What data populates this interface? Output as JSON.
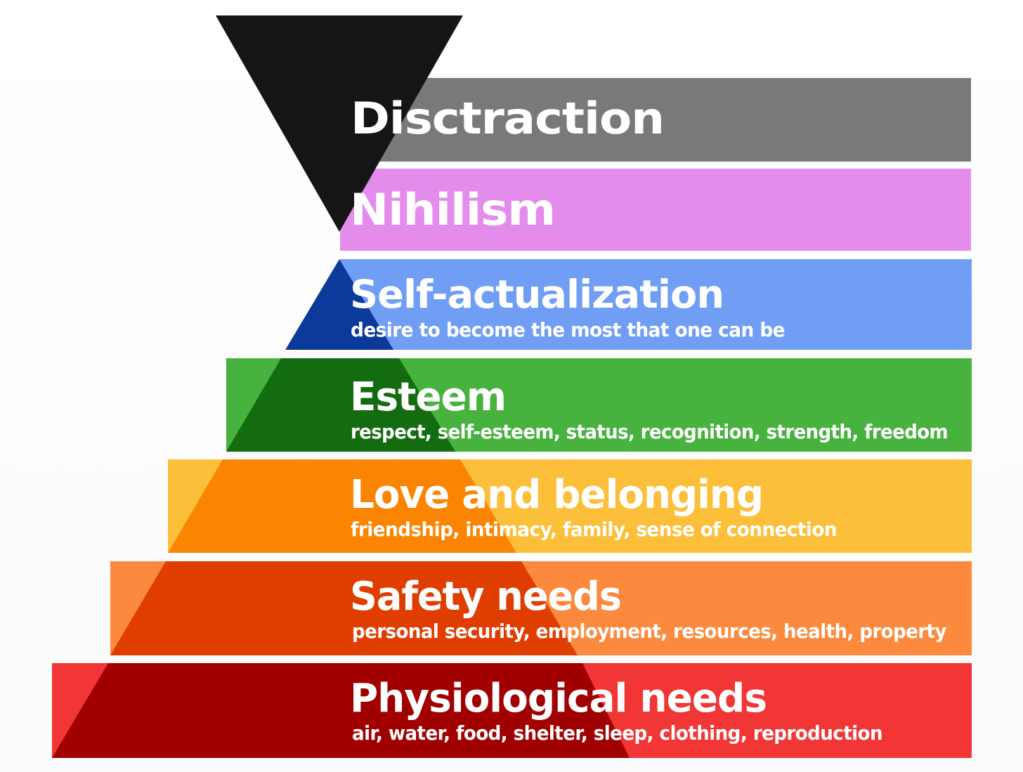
{
  "diagram": {
    "tiers": [
      {
        "title": "Disctraction",
        "subtitle": "",
        "color": "#797979",
        "left_color": ""
      },
      {
        "title": "Nihilism",
        "subtitle": "",
        "color": "#e38ceb",
        "left_color": ""
      },
      {
        "title": "Self-actualization",
        "subtitle": "desire to become the most that one can be",
        "color": "#709ef4",
        "left_color": "#0b3a9a"
      },
      {
        "title": "Esteem",
        "subtitle": "respect, self-esteem, status, recognition, strength, freedom",
        "color": "#47b23e",
        "left_color": "#136d10"
      },
      {
        "title": "Love and belonging",
        "subtitle": "friendship, intimacy, family, sense of connection",
        "color": "#fcbf3a",
        "left_color": "#fb8400"
      },
      {
        "title": "Safety needs",
        "subtitle": "personal security, employment, resources, health, property",
        "color": "#fc8a3e",
        "left_color": "#e03d00"
      },
      {
        "title": "Physiological needs",
        "subtitle": "air, water, food, shelter, sleep, clothing, reproduction",
        "color": "#f23535",
        "left_color": "#a10000"
      }
    ],
    "funnel_color": "#151515"
  }
}
